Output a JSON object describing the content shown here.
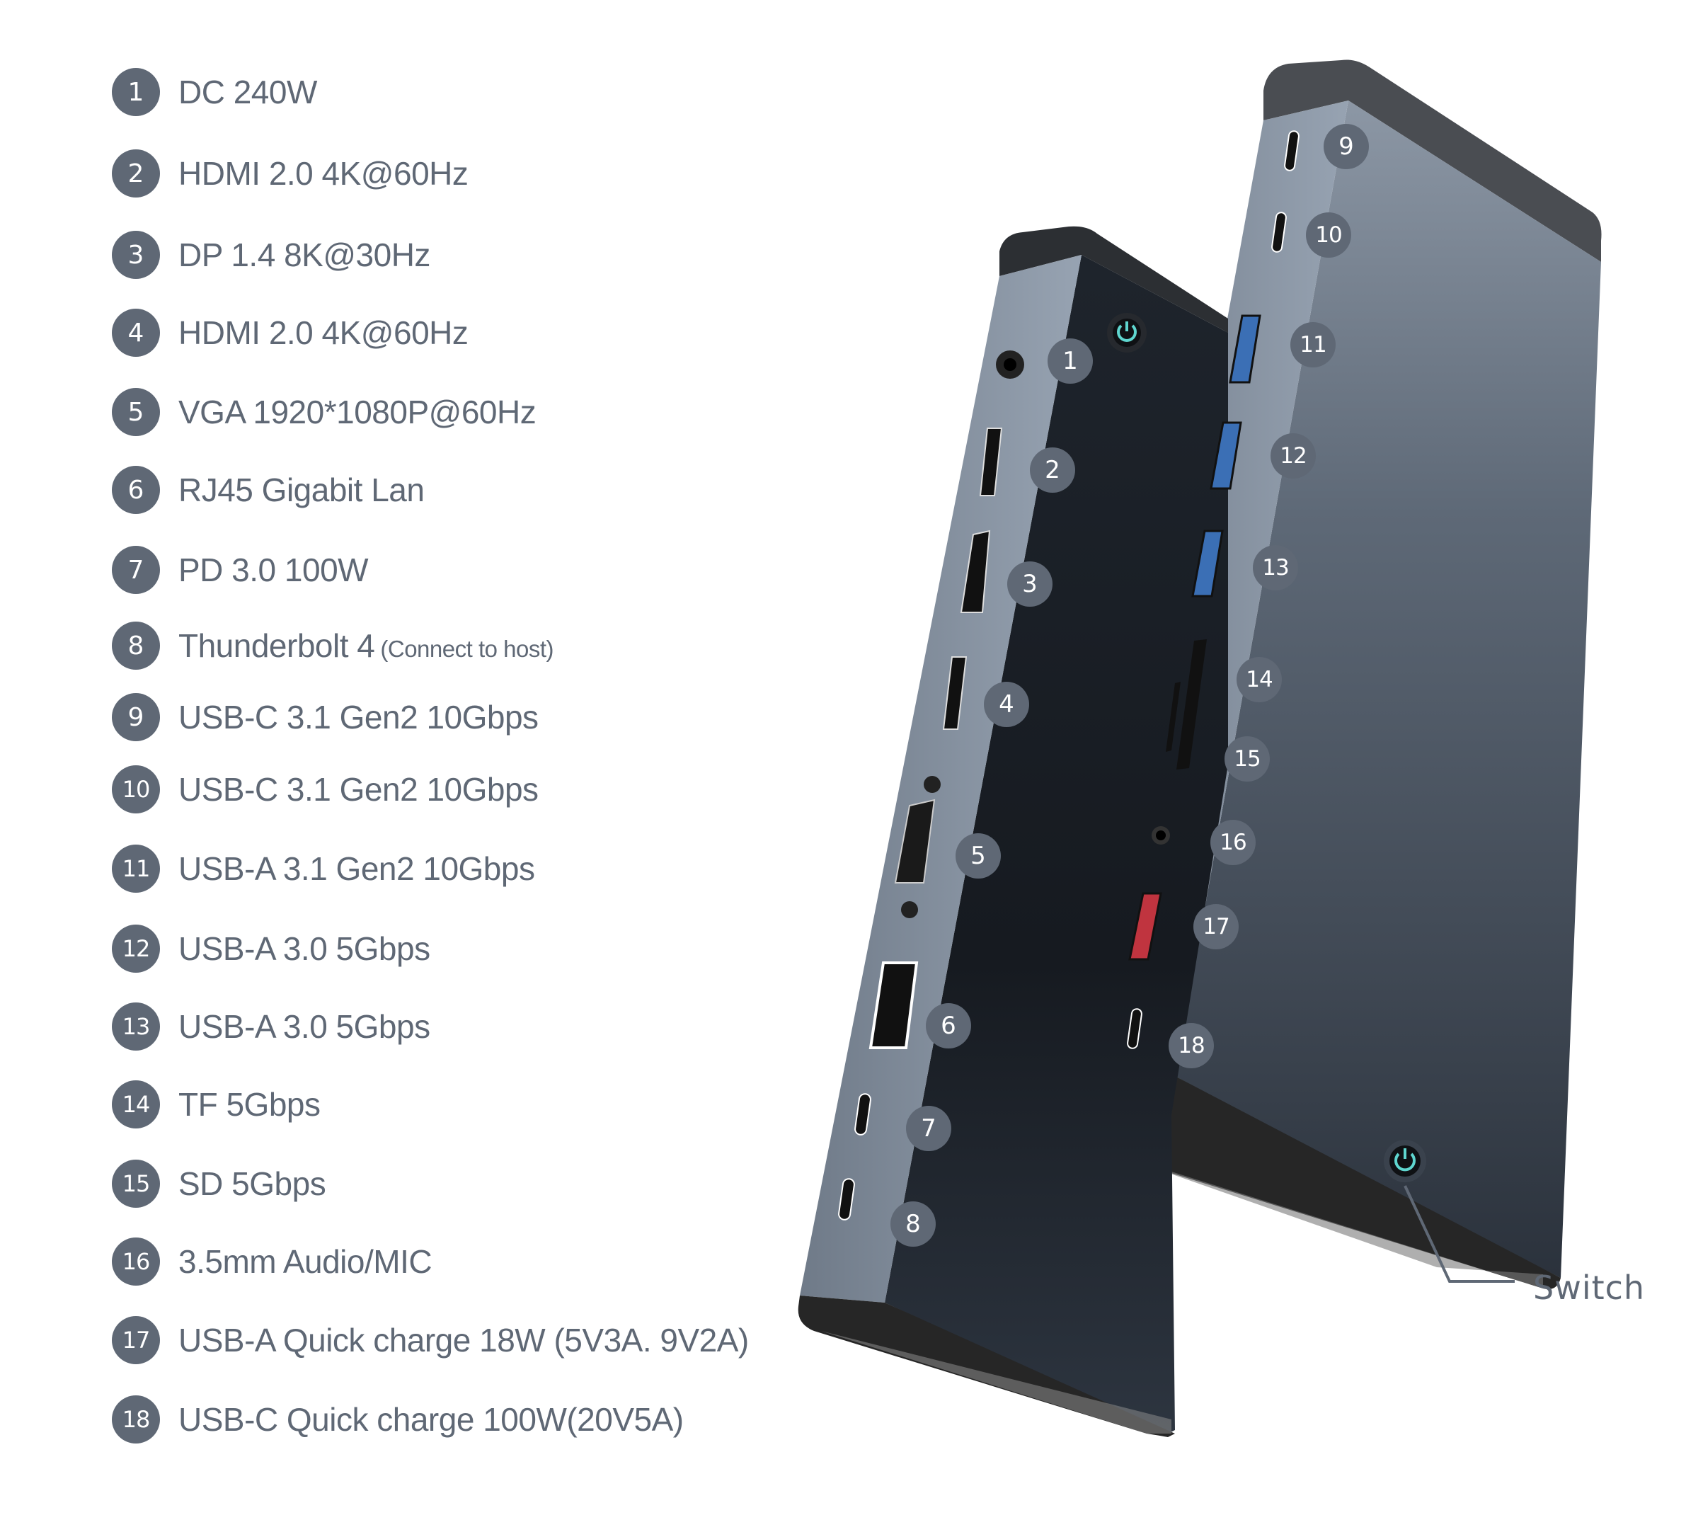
{
  "spec_list": {
    "items": [
      {
        "num": "1",
        "label": "DC 240W",
        "note": ""
      },
      {
        "num": "2",
        "label": "HDMI 2.0 4K@60Hz",
        "note": ""
      },
      {
        "num": "3",
        "label": "DP 1.4 8K@30Hz",
        "note": ""
      },
      {
        "num": "4",
        "label": "HDMI 2.0 4K@60Hz",
        "note": ""
      },
      {
        "num": "5",
        "label": "VGA 1920*1080P@60Hz",
        "note": ""
      },
      {
        "num": "6",
        "label": "RJ45 Gigabit Lan",
        "note": ""
      },
      {
        "num": "7",
        "label": "PD 3.0 100W",
        "note": ""
      },
      {
        "num": "8",
        "label": "Thunderbolt 4",
        "note": "(Connect to host)"
      },
      {
        "num": "9",
        "label": "USB-C 3.1 Gen2 10Gbps",
        "note": ""
      },
      {
        "num": "10",
        "label": "USB-C 3.1 Gen2 10Gbps",
        "note": ""
      },
      {
        "num": "11",
        "label": "USB-A 3.1 Gen2 10Gbps",
        "note": ""
      },
      {
        "num": "12",
        "label": "USB-A 3.0 5Gbps",
        "note": ""
      },
      {
        "num": "13",
        "label": "USB-A 3.0 5Gbps",
        "note": ""
      },
      {
        "num": "14",
        "label": "TF 5Gbps",
        "note": ""
      },
      {
        "num": "15",
        "label": "SD 5Gbps",
        "note": ""
      },
      {
        "num": "16",
        "label": "3.5mm Audio/MIC",
        "note": ""
      },
      {
        "num": "17",
        "label": "USB-A Quick charge 18W (5V3A. 9V2A)",
        "note": ""
      },
      {
        "num": "18",
        "label": "USB-C Quick charge 100W(20V5A)",
        "note": ""
      }
    ]
  },
  "device": {
    "callouts": {
      "c1": "1",
      "c2": "2",
      "c3": "3",
      "c4": "4",
      "c5": "5",
      "c6": "6",
      "c7": "7",
      "c8": "8",
      "c9": "9",
      "c10": "10",
      "c11": "11",
      "c12": "12",
      "c13": "13",
      "c14": "14",
      "c15": "15",
      "c16": "16",
      "c17": "17",
      "c18": "18"
    },
    "switch_label": "Switch",
    "colors": {
      "badge": "#5f6875",
      "body_dark": "#1c2129",
      "body_side": "#7c8796",
      "edge": "#2a2a2a",
      "usb3_blue": "#3b6fb5",
      "qc_red": "#c0343f",
      "power_led": "#5fd6cf"
    }
  }
}
